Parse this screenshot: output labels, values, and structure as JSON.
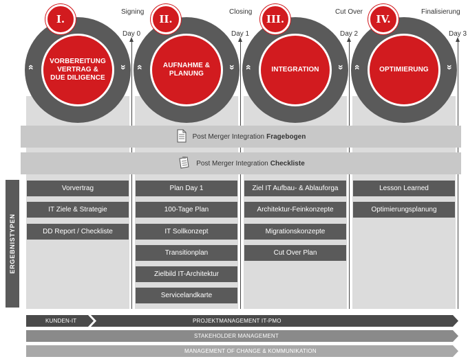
{
  "phases": [
    {
      "numeral": "I.",
      "milestone": "Signing",
      "day": "Day 0",
      "title_line1": "VORBEREITUNG",
      "title_line2": "VERTRAG &",
      "title_line3": "DUE DILIGENCE"
    },
    {
      "numeral": "II.",
      "milestone": "Closing",
      "day": "Day 1",
      "title_line1": "AUFNAHME &",
      "title_line2": "PLANUNG",
      "title_line3": ""
    },
    {
      "numeral": "III.",
      "milestone": "Cut Over",
      "day": "Day 2",
      "title_line1": "INTEGRATION",
      "title_line2": "",
      "title_line3": ""
    },
    {
      "numeral": "IV.",
      "milestone": "Finalisierung",
      "day": "Day 3",
      "title_line1": "OPTIMIERUNG",
      "title_line2": "",
      "title_line3": ""
    }
  ],
  "chevron_left": "«",
  "chevron_right": "»",
  "bands": {
    "fragebogen_prefix": "Post Merger Integration",
    "fragebogen_bold": "Fragebogen",
    "checkliste_prefix": "Post Merger Integration",
    "checkliste_bold": "Checkliste"
  },
  "side_label": "ERGEBNISTYPEN",
  "outputs": {
    "col1": [
      "Vorvertrag",
      "IT Ziele & Strategie",
      "DD Report / Checkliste"
    ],
    "col2": [
      "Plan Day 1",
      "100-Tage Plan",
      "IT Sollkonzept",
      "Transitionplan",
      "Zielbild IT-Architektur",
      "Servicelandkarte"
    ],
    "col3": [
      "Ziel IT Aufbau- & Ablauforga",
      "Architektur-Feinkonzepte",
      "Migrationskonzepte",
      "Cut Over Plan"
    ],
    "col4": [
      "Lesson Learned",
      "Optimierungsplanung"
    ]
  },
  "bottom": {
    "kunden_it": "KUNDEN-IT",
    "projektmanagement": "PROJEKTMANAGEMENT IT-PMO",
    "stakeholder": "STAKEHOLDER MANAGEMENT",
    "change": "MANAGEMENT OF CHANGE & KOMMUNIKATION"
  },
  "colors": {
    "accent_red": "#d21b1f",
    "dark_gray": "#5a5a5a",
    "light_gray": "#dcdcdc",
    "band_gray": "#c8c8c8",
    "arrow_dark": "#4a4a4a",
    "arrow_mid": "#8a8a8a",
    "arrow_light": "#a8a8a8"
  },
  "icons": [
    "document-icon",
    "clipboard-icon"
  ]
}
